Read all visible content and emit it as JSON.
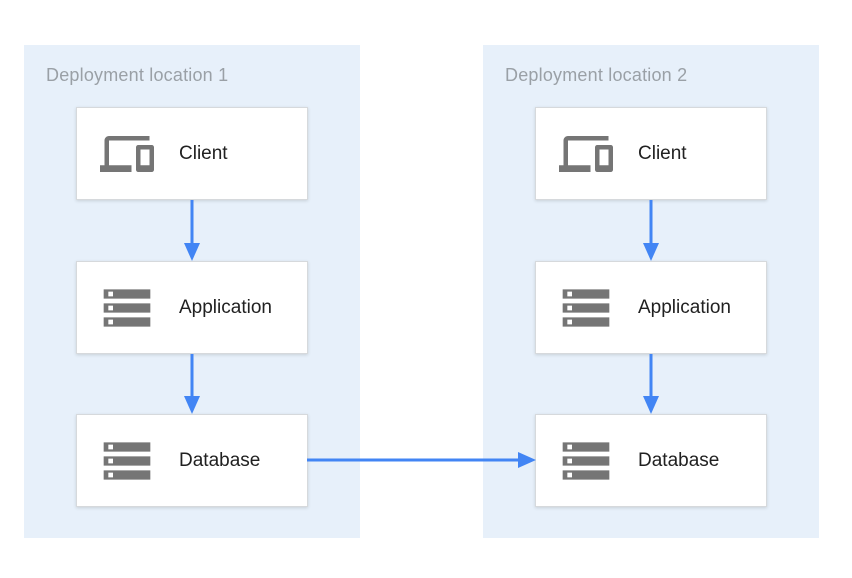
{
  "panels": [
    {
      "title": "Deployment location 1",
      "nodes": [
        {
          "label": "Client",
          "icon": "devices-icon"
        },
        {
          "label": "Application",
          "icon": "storage-icon"
        },
        {
          "label": "Database",
          "icon": "storage-icon"
        }
      ]
    },
    {
      "title": "Deployment location 2",
      "nodes": [
        {
          "label": "Client",
          "icon": "devices-icon"
        },
        {
          "label": "Application",
          "icon": "storage-icon"
        },
        {
          "label": "Database",
          "icon": "storage-icon"
        }
      ]
    }
  ],
  "arrows": [
    {
      "from": "client-1",
      "to": "application-1",
      "direction": "down"
    },
    {
      "from": "application-1",
      "to": "database-1",
      "direction": "down"
    },
    {
      "from": "client-2",
      "to": "application-2",
      "direction": "down"
    },
    {
      "from": "application-2",
      "to": "database-2",
      "direction": "down"
    },
    {
      "from": "database-1",
      "to": "database-2",
      "direction": "right"
    }
  ],
  "colors": {
    "canvas_bg": "#FFFFFF",
    "panel_bg": "#E7F0FA",
    "arrow": "#4285F4",
    "icon": "#757575",
    "panel_title": "#9AA0A6",
    "node_label": "#212121",
    "node_bg": "#FFFFFF",
    "node_border": "#D6D9DC"
  }
}
